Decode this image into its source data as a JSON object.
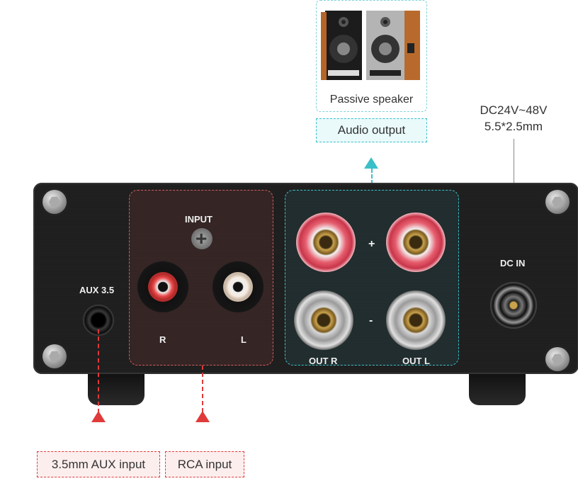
{
  "callouts": {
    "speaker_label": "Passive speaker",
    "audio_output": "Audio output",
    "dc_spec_line1": "DC24V~48V",
    "dc_spec_line2": "5.5*2.5mm",
    "aux_input": "3.5mm AUX input",
    "rca_input": "RCA input"
  },
  "panel": {
    "aux": "AUX 3.5",
    "input": "INPUT",
    "r": "R",
    "l": "L",
    "plus": "+",
    "minus": "-",
    "out_r": "OUT R",
    "out_l": "OUT L",
    "dc_in": "DC IN"
  },
  "colors": {
    "rca_callout": "#e03a3a",
    "output_callout": "#3bbfc8"
  }
}
